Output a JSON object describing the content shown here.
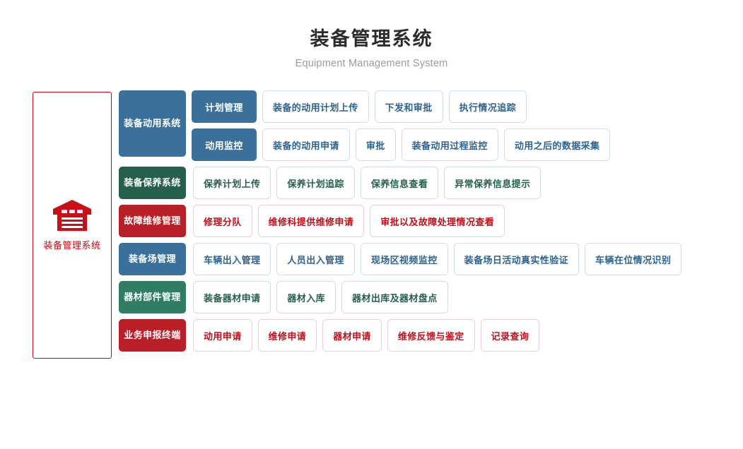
{
  "header": {
    "title": "装备管理系统",
    "subtitle": "Equipment Management System"
  },
  "root": {
    "icon": "warehouse-icon",
    "label": "装备管理系统",
    "border_color": "#c00c14",
    "text_color": "#c00c14"
  },
  "palette": {
    "blue": "#3a7099",
    "dark_green": "#26604d",
    "teal_green": "#2f7d62",
    "red": "#b81f26",
    "leaf_blue_text": "#2d6390",
    "leaf_green_text": "#26604d",
    "leaf_red_text": "#c0101a"
  },
  "rows": [
    {
      "category": "装备动用系统",
      "color": "blue",
      "sublines": [
        {
          "sub": "计划管理",
          "leaves": [
            "装备的动用计划上传",
            "下发和审批",
            "执行情况追踪"
          ]
        },
        {
          "sub": "动用监控",
          "leaves": [
            "装备的动用申请",
            "审批",
            "装备动用过程监控",
            "动用之后的数据采集"
          ]
        }
      ]
    },
    {
      "category": "装备保养系统",
      "color": "green",
      "leaves": [
        "保养计划上传",
        "保养计划追踪",
        "保养信息查看",
        "异常保养信息提示"
      ]
    },
    {
      "category": "故障维修管理",
      "color": "red",
      "leaves": [
        "修理分队",
        "维修科提供维修申请",
        "审批以及故障处理情况查看"
      ]
    },
    {
      "category": "装备场管理",
      "color": "blue",
      "leaves": [
        "车辆出入管理",
        "人员出入管理",
        "现场区视频监控",
        "装备场日活动真实性验证",
        "车辆在位情况识别"
      ]
    },
    {
      "category": "器材部件管理",
      "color": "teal",
      "leaves": [
        "装备器材申请",
        "器材入库",
        "器材出库及器材盘点"
      ]
    },
    {
      "category": "业务申报终端",
      "color": "red",
      "leaves": [
        "动用申请",
        "维修申请",
        "器材申请",
        "维修反馈与鉴定",
        "记录查询"
      ]
    }
  ]
}
